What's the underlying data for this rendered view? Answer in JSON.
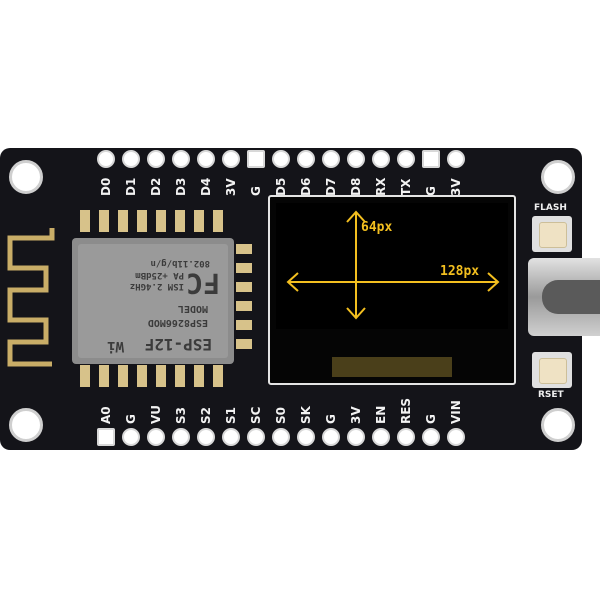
{
  "board": {
    "top_pins": [
      "D0",
      "D1",
      "D2",
      "D3",
      "D4",
      "3V",
      "G",
      "D5",
      "D6",
      "D7",
      "D8",
      "RX",
      "TX",
      "G",
      "3V"
    ],
    "bottom_pins": [
      "A0",
      "G",
      "VU",
      "S3",
      "S2",
      "S1",
      "SC",
      "S0",
      "SK",
      "G",
      "3V",
      "EN",
      "RES",
      "G",
      "VIN"
    ],
    "flash_label": "FLASH",
    "reset_label": "RSET"
  },
  "module": {
    "brand": "FC",
    "model_label": "MODEL",
    "model": "ESP8266MOD",
    "vendor_mark": "Wi",
    "name": "ESP-12F",
    "spec_1": "ISM 2.4GHz",
    "spec_2": "PA +25dBm",
    "spec_3": "802.11b/g/n"
  },
  "display": {
    "height_label": "64px",
    "width_label": "128px",
    "arrow_color": "#f3bf1f"
  },
  "colors": {
    "pcb": "#141419",
    "silkscreen": "#f2f2f2",
    "gold": "#d7c28a"
  }
}
